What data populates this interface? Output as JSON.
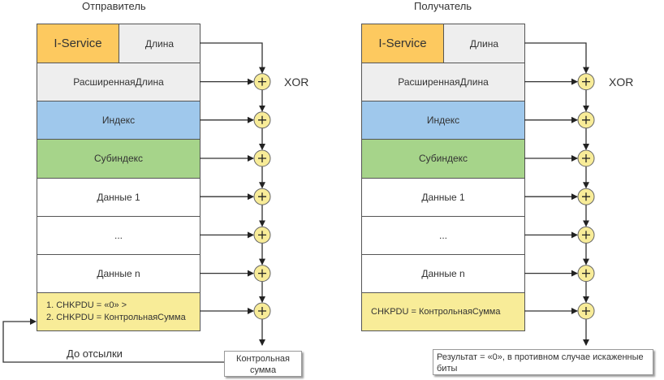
{
  "sender": {
    "title": "Отправитель",
    "header": {
      "service": "I-Service",
      "length": "Длина"
    },
    "rows": [
      {
        "label": "РасширеннаяДлина",
        "color": "#eeeeee"
      },
      {
        "label": "Индекс",
        "color": "#9fc8ec"
      },
      {
        "label": "Субиндекс",
        "color": "#a6d48a"
      },
      {
        "label": "Данные 1",
        "color": "#ffffff"
      },
      {
        "label": "...",
        "color": "#ffffff"
      },
      {
        "label": "Данные n",
        "color": "#ffffff"
      }
    ],
    "checksum_lines": [
      "1. CHKPDU = «0» >",
      "2. CHKPDU = КонтрольнаяСумма"
    ],
    "xor_label": "XOR",
    "result_note": [
      "Контрольная",
      "сумма"
    ],
    "loop_label": "До отсылки"
  },
  "receiver": {
    "title": "Получатель",
    "header": {
      "service": "I-Service",
      "length": "Длина"
    },
    "rows": [
      {
        "label": "РасширеннаяДлина",
        "color": "#eeeeee"
      },
      {
        "label": "Индекс",
        "color": "#9fc8ec"
      },
      {
        "label": "Субиндекс",
        "color": "#a6d48a"
      },
      {
        "label": "Данные 1",
        "color": "#ffffff"
      },
      {
        "label": "...",
        "color": "#ffffff"
      },
      {
        "label": "Данные n",
        "color": "#ffffff"
      }
    ],
    "checksum_line": "CHKPDU = КонтрольнаяСумма",
    "xor_label": "XOR",
    "result_note": "Результат = «0», в противном случае искаженные биты"
  },
  "colors": {
    "service": "#fdc95f",
    "length": "#eeeeee",
    "checksum": "#f8ec98",
    "xor_fill": "#f8ec98",
    "line": "#333333"
  }
}
